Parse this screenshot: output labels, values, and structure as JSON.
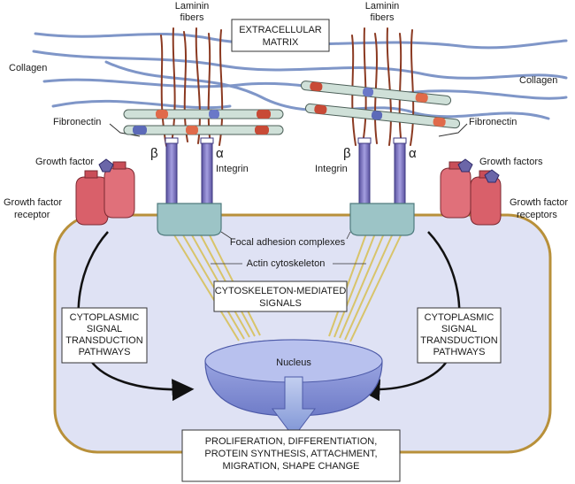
{
  "labels": {
    "laminin_left_1": "Laminin",
    "laminin_left_2": "fibers",
    "laminin_right_1": "Laminin",
    "laminin_right_2": "fibers",
    "ecm_1": "EXTRACELLULAR",
    "ecm_2": "MATRIX",
    "collagen_left": "Collagen",
    "collagen_right": "Collagen",
    "fibronectin_left": "Fibronectin",
    "fibronectin_right": "Fibronectin",
    "beta_left": "β",
    "alpha_left": "α",
    "beta_right": "β",
    "alpha_right": "α",
    "integrin_left": "Integrin",
    "integrin_right": "Integrin",
    "growth_factor_left": "Growth factor",
    "gf_receptor_left_1": "Growth factor",
    "gf_receptor_left_2": "receptor",
    "growth_factors_right": "Growth factors",
    "gf_receptors_right_1": "Growth factor",
    "gf_receptors_right_2": "receptors",
    "focal_adhesion": "Focal adhesion complexes",
    "actin": "Actin cytoskeleton",
    "cyto_signals_1": "CYTOSKELETON-MEDIATED",
    "cyto_signals_2": "SIGNALS",
    "pathway_left_1": "CYTOPLASMIC",
    "pathway_left_2": "SIGNAL",
    "pathway_left_3": "TRANSDUCTION",
    "pathway_left_4": "PATHWAYS",
    "pathway_right_1": "CYTOPLASMIC",
    "pathway_right_2": "SIGNAL",
    "pathway_right_3": "TRANSDUCTION",
    "pathway_right_4": "PATHWAYS",
    "nucleus": "Nucleus",
    "outcome_1": "PROLIFERATION, DIFFERENTIATION,",
    "outcome_2": "PROTEIN SYNTHESIS, ATTACHMENT,",
    "outcome_3": "MIGRATION, SHAPE CHANGE"
  },
  "colors": {
    "cell_fill": "#dfe2f4",
    "cell_border": "#b8903a",
    "collagen": "#7f96c8",
    "laminin": "#8b3a22",
    "integrin": "#7f78b8",
    "focal_adhesion": "#9cc4c6",
    "actin": "#d8c46a",
    "receptor": "#d9606a",
    "growth_factor": "#6b66a8",
    "nucleus": "#8f9ad8",
    "arrow": "#8fa4d8"
  }
}
